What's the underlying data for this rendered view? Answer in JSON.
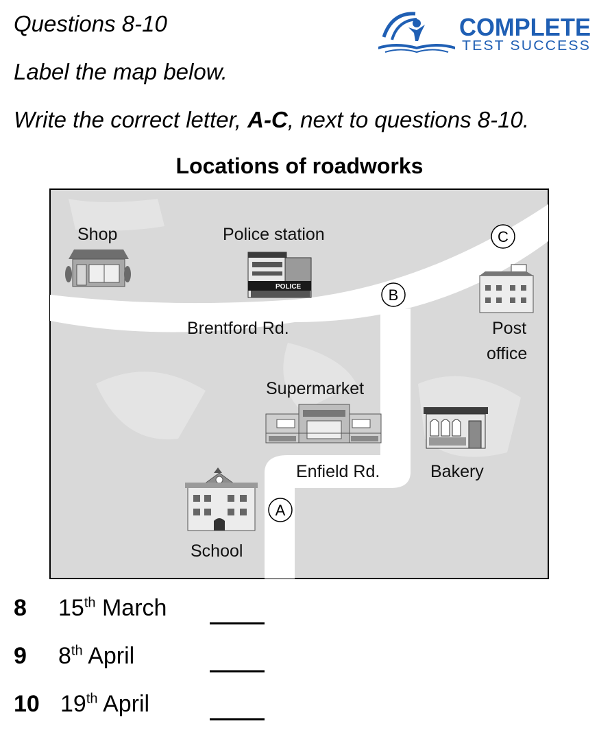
{
  "header": {
    "questions_label": "Questions 8-10",
    "instruction_1": "Label the map below.",
    "instruction_2_before": "Write the correct letter, ",
    "instruction_2_bold": "A-C",
    "instruction_2_after": ", next to questions 8-10."
  },
  "logo": {
    "line1": "COMPLETE",
    "line2": "TEST SUCCESS",
    "color": "#1f5fb4"
  },
  "map": {
    "title": "Locations of roadworks",
    "places": {
      "shop": "Shop",
      "police_station": "Police station",
      "post_office_line1": "Post",
      "post_office_line2": "office",
      "supermarket": "Supermarket",
      "bakery": "Bakery",
      "school": "School",
      "police_sign": "POLICE"
    },
    "roads": {
      "brentford": "Brentford Rd.",
      "enfield": "Enfield Rd."
    },
    "markers": {
      "a": "A",
      "b": "B",
      "c": "C"
    },
    "colors": {
      "background": "#d9d9d9",
      "road": "#ffffff"
    }
  },
  "questions": [
    {
      "number": "8",
      "day": "15",
      "suffix": "th",
      "month": "March",
      "blank": ""
    },
    {
      "number": "9",
      "day": "8",
      "suffix": "th",
      "month": "April",
      "blank": ""
    },
    {
      "number": "10",
      "day": "19",
      "suffix": "th",
      "month": "April",
      "blank": ""
    }
  ]
}
